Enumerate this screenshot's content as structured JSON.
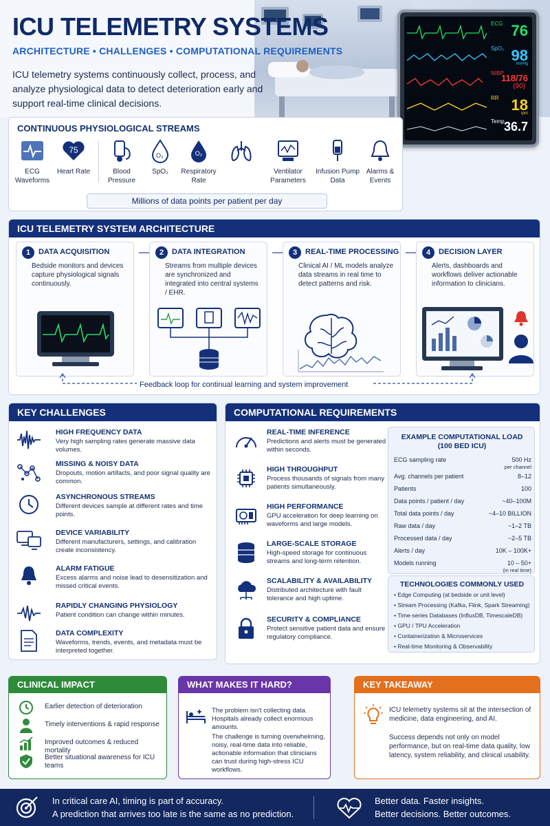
{
  "header": {
    "title": "ICU TELEMETRY SYSTEMS",
    "subtitle": "ARCHITECTURE • CHALLENGES • COMPUTATIONAL REQUIREMENTS",
    "intro": "ICU telemetry systems continuously collect, process, and analyze physiological data to detect deterioration early and support real-time clinical decisions."
  },
  "monitor": {
    "vitals": [
      {
        "label": "ECG",
        "value": "76",
        "unit": "",
        "color": "#22e06a"
      },
      {
        "label": "SpO₂",
        "value": "98",
        "unit": "mmHg",
        "color": "#38c8ff"
      },
      {
        "label": "NIBP",
        "value": "118/76",
        "unit": "(90)",
        "color": "#ff3a3a"
      },
      {
        "label": "RR",
        "value": "18",
        "unit": "rpm",
        "color": "#ffd21f"
      },
      {
        "label": "Temp",
        "value": "36.7",
        "unit": "",
        "color": "#ffffff"
      }
    ]
  },
  "streams": {
    "title": "CONTINUOUS PHYSIOLOGICAL STREAMS",
    "items": [
      {
        "label": "ECG Waveforms",
        "icon": "ecg-icon"
      },
      {
        "label": "Heart Rate",
        "icon": "heart-icon",
        "badge": "75"
      },
      {
        "label": "Blood Pressure",
        "icon": "blood-pressure-icon"
      },
      {
        "label": "SpO₂",
        "icon": "drop-icon"
      },
      {
        "label": "Respiratory Rate",
        "icon": "o2-icon",
        "badge": "O₂"
      },
      {
        "label": "",
        "icon": "lungs-icon"
      },
      {
        "label": "Ventilator Parameters",
        "icon": "ventilator-icon"
      },
      {
        "label": "Infusion Pump Data",
        "icon": "infusion-icon"
      },
      {
        "label": "Alarms & Events",
        "icon": "bell-icon"
      }
    ],
    "footer": "Millions of data points per patient per day"
  },
  "architecture": {
    "title": "ICU TELEMETRY SYSTEM ARCHITECTURE",
    "steps": [
      {
        "num": "1",
        "title": "DATA ACQUISITION",
        "desc": "Bedside monitors and devices capture physiological signals continuously."
      },
      {
        "num": "2",
        "title": "DATA INTEGRATION",
        "desc": "Streams from multiple devices are synchronized and integrated into central systems / EHR."
      },
      {
        "num": "3",
        "title": "REAL-TIME PROCESSING",
        "desc": "Clinical AI / ML models analyze data streams in real time to detect patterns and risk."
      },
      {
        "num": "4",
        "title": "DECISION LAYER",
        "desc": "Alerts, dashboards and workflows deliver actionable information to clinicians."
      }
    ],
    "feedback": "Feedback loop for continual learning and system improvement"
  },
  "challenges": {
    "title": "KEY CHALLENGES",
    "items": [
      {
        "title": "HIGH FREQUENCY DATA",
        "desc": "Very high sampling rates generate massive data volumes.",
        "icon": "waveform-icon"
      },
      {
        "title": "MISSING & NOISY DATA",
        "desc": "Dropouts, motion artifacts, and poor signal quality are common.",
        "icon": "scatter-icon"
      },
      {
        "title": "ASYNCHRONOUS STREAMS",
        "desc": "Different devices sample at different rates and time points.",
        "icon": "clock-icon"
      },
      {
        "title": "DEVICE VARIABILITY",
        "desc": "Different manufacturers, settings, and calibration create inconsistency.",
        "icon": "devices-icon"
      },
      {
        "title": "ALARM FATIGUE",
        "desc": "Excess alarms and noise lead to desensitization and missed critical events.",
        "icon": "bell-icon"
      },
      {
        "title": "RAPIDLY CHANGING PHYSIOLOGY",
        "desc": "Patient condition can change within minutes.",
        "icon": "pulse-icon"
      },
      {
        "title": "DATA COMPLEXITY",
        "desc": "Waveforms, trends, events, and metadata must be interpreted together.",
        "icon": "document-icon"
      }
    ]
  },
  "computational": {
    "title": "COMPUTATIONAL REQUIREMENTS",
    "items": [
      {
        "title": "REAL-TIME INFERENCE",
        "desc": "Predictions and alerts must be generated within seconds.",
        "icon": "gauge-icon"
      },
      {
        "title": "HIGH THROUGHPUT",
        "desc": "Process thousands of signals from many patients simultaneously.",
        "icon": "chip-icon"
      },
      {
        "title": "HIGH PERFORMANCE",
        "desc": "GPU acceleration for deep learning on waveforms and large models.",
        "icon": "gpu-icon"
      },
      {
        "title": "LARGE-SCALE STORAGE",
        "desc": "High-speed storage for continuous streams and long-term retention.",
        "icon": "database-icon"
      },
      {
        "title": "SCALABILITY & AVAILABILITY",
        "desc": "Distributed architecture with fault tolerance and high uptime.",
        "icon": "cloud-icon"
      },
      {
        "title": "SECURITY & COMPLIANCE",
        "desc": "Protect sensitive patient data and ensure regulatory compliance.",
        "icon": "lock-icon"
      }
    ],
    "load": {
      "title": "EXAMPLE COMPUTATIONAL LOAD",
      "subtitle": "(100 BED ICU)",
      "rows": [
        {
          "k": "ECG sampling rate",
          "v": "500 Hz",
          "sub": "per channel"
        },
        {
          "k": "Avg. channels per patient",
          "v": "8–12",
          "sub": ""
        },
        {
          "k": "Patients",
          "v": "100",
          "sub": ""
        },
        {
          "k": "Data points / patient / day",
          "v": "~40–100M",
          "sub": ""
        },
        {
          "k": "Total data points / day",
          "v": "~4–10 BILLION",
          "sub": ""
        },
        {
          "k": "Raw data / day",
          "v": "~1–2 TB",
          "sub": ""
        },
        {
          "k": "Processed data / day",
          "v": "~2–5 TB",
          "sub": ""
        },
        {
          "k": "Alerts / day",
          "v": "10K – 100K+",
          "sub": ""
        },
        {
          "k": "Models running",
          "v": "10 – 50+",
          "sub": "(in real time)"
        }
      ]
    },
    "tech": {
      "title": "TECHNOLOGIES COMMONLY USED",
      "items": [
        "Edge Computing (at bedside or unit level)",
        "Stream Processing (Kafka, Flink, Spark Streaming)",
        "Time-series Databases (InfluxDB, TimescaleDB)",
        "GPU / TPU Acceleration",
        "Containerization & Microservices",
        "Real-time Monitoring & Observability"
      ]
    }
  },
  "impact": {
    "title": "CLINICAL IMPACT",
    "color": "#2e8b3a",
    "items": [
      {
        "text": "Earlier detection of deterioration",
        "icon": "clock-icon"
      },
      {
        "text": "Timely interventions & rapid response",
        "icon": "person-icon"
      },
      {
        "text": "Improved outcomes & reduced mortality",
        "icon": "trend-up-icon"
      },
      {
        "text": "Better situational awareness for ICU teams",
        "icon": "shield-check-icon"
      }
    ]
  },
  "hard": {
    "title": "WHAT MAKES IT HARD?",
    "color": "#6a35a8",
    "p1": "The problem isn't collecting data. Hospitals already collect enormous amounts.",
    "p2": "The challenge is turning overwhelming, noisy, real-time data into reliable, actionable information that clinicians can trust during high-stress ICU workflows."
  },
  "takeaway": {
    "title": "KEY TAKEAWAY",
    "color": "#e2701c",
    "p1": "ICU telemetry systems sit at the intersection of medicine, data engineering, and AI.",
    "p2": "Success depends not only on model performance, but on real-time data quality, low latency, system reliability, and clinical usability."
  },
  "footer": {
    "left1": "In critical care AI, timing is part of accuracy.",
    "left2": "A prediction that arrives too late is the same as no prediction.",
    "right1": "Better data. Faster insights.",
    "right2": "Better decisions. Better outcomes."
  }
}
